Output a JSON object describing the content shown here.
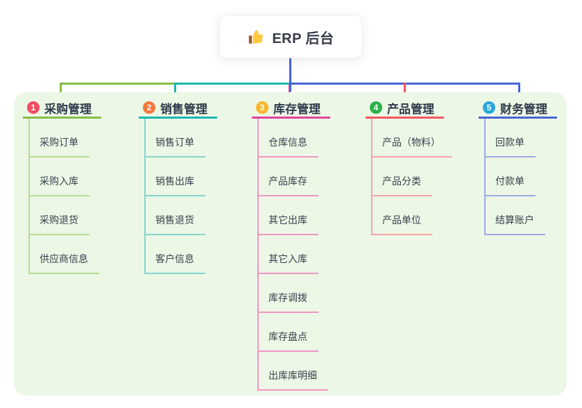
{
  "root": {
    "icon": "thumbs-up",
    "label": "ERP 后台",
    "connector_color": "#4a5fd5"
  },
  "canvas": {
    "background": "#ffffff",
    "panel_background": "#ecf7e6"
  },
  "branches": [
    {
      "number": "1",
      "title": "采购管理",
      "badge_color": "#f14b5f",
      "line_color": "#85bd44",
      "item_line_color": "#b7dc92",
      "items": [
        "采购订单",
        "采购入库",
        "采购退货",
        "供应商信息"
      ]
    },
    {
      "number": "2",
      "title": "销售管理",
      "badge_color": "#f5793e",
      "line_color": "#1bb7b0",
      "item_line_color": "#83d6cf",
      "items": [
        "销售订单",
        "销售出库",
        "销售退货",
        "客户信息"
      ]
    },
    {
      "number": "3",
      "title": "库存管理",
      "badge_color": "#f8b62d",
      "line_color": "#e0449c",
      "item_line_color": "#f094c5",
      "items": [
        "仓库信息",
        "产品库存",
        "其它出库",
        "其它入库",
        "库存调拨",
        "库存盘点",
        "出库库明细"
      ]
    },
    {
      "number": "4",
      "title": "产品管理",
      "badge_color": "#2db14c",
      "line_color": "#f4555e",
      "item_line_color": "#f7a3a6",
      "items": [
        "产品（物料）",
        "产品分类",
        "产品单位"
      ]
    },
    {
      "number": "5",
      "title": "财务管理",
      "badge_color": "#2aa8de",
      "line_color": "#4565d4",
      "item_line_color": "#9aaae5",
      "items": [
        "回款单",
        "付款单",
        "结算账户"
      ]
    }
  ]
}
